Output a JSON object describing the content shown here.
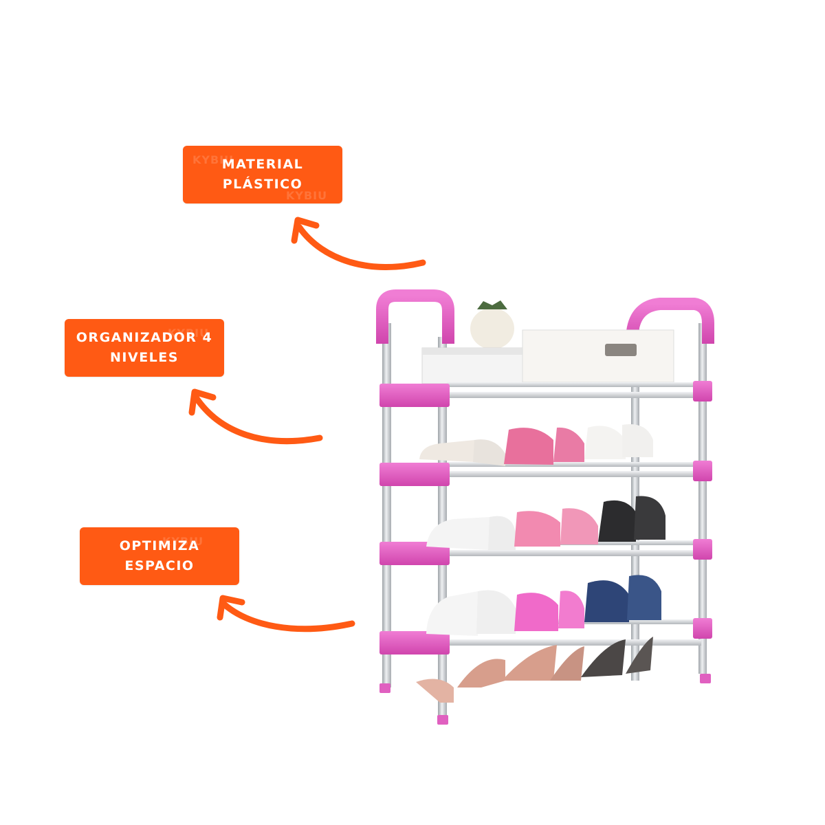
{
  "labels": {
    "material": {
      "line1": "MATERIAL",
      "line2": "PLÁSTICO"
    },
    "organizador": {
      "line1": "ORGANIZADOR 4",
      "line2": "NIVELES"
    },
    "optimiza": {
      "line1": "OPTIMIZA",
      "line2": "ESPACIO"
    }
  },
  "watermark": "KYBIU",
  "colors": {
    "label_bg": "#ff5a14",
    "arrow": "#ff5a14",
    "frame_pink": "#e65cc4",
    "rod_silver": "#c9ccd0"
  },
  "product": {
    "name": "shoe-rack",
    "tiers": 4
  }
}
